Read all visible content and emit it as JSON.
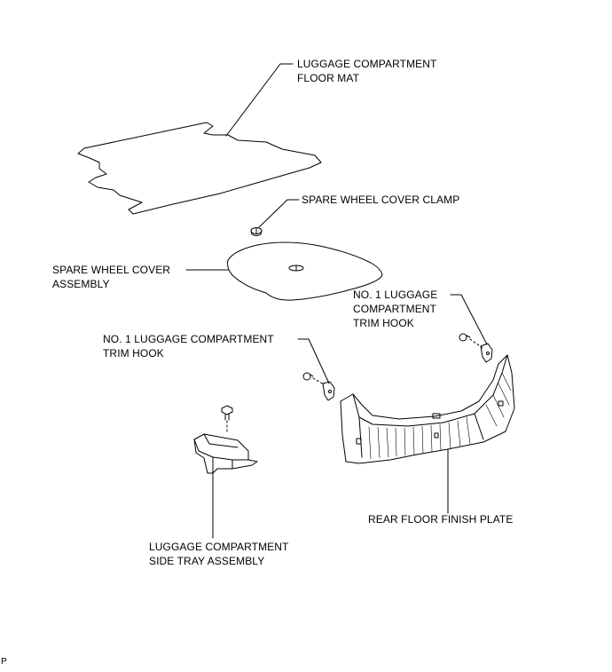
{
  "labels": {
    "floor_mat": [
      "LUGGAGE COMPARTMENT",
      "FLOOR MAT"
    ],
    "spare_wheel_cover_clamp": [
      "SPARE WHEEL COVER CLAMP"
    ],
    "spare_wheel_cover_assembly": [
      "SPARE WHEEL COVER",
      "ASSEMBLY"
    ],
    "trim_hook_right": [
      "NO. 1 LUGGAGE",
      "COMPARTMENT",
      "TRIM HOOK"
    ],
    "trim_hook_left": [
      "NO. 1 LUGGAGE COMPARTMENT",
      "TRIM HOOK"
    ],
    "rear_floor_finish_plate": [
      "REAR FLOOR FINISH PLATE"
    ],
    "side_tray_assembly": [
      "LUGGAGE COMPARTMENT",
      "SIDE TRAY ASSEMBLY"
    ]
  },
  "corner_mark": "P"
}
